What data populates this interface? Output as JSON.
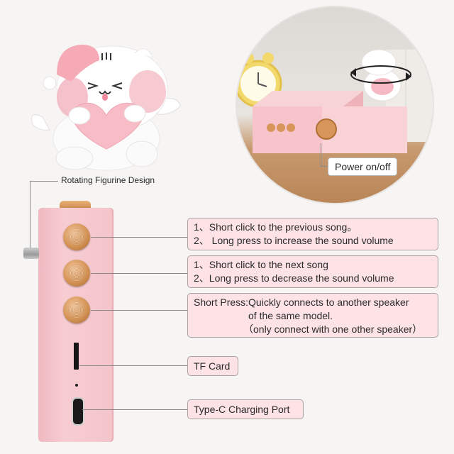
{
  "colors": {
    "background": "#f6f5f4",
    "device_pink": "#f6c9ce",
    "label_fill": "#fde2e6",
    "button_gold": "#d59457"
  },
  "figurine": {
    "icon": "cat-figurine-holding-heart-illustration"
  },
  "photo": {
    "icon": "speaker-on-table-with-clock-photo",
    "power_label": "Power on/off"
  },
  "rotating_label": "Rotating Figurine Design",
  "callouts": {
    "button1": {
      "line1": "1、Short click to the previous song。",
      "line2": "2、 Long press to increase the sound volume"
    },
    "button2": {
      "line1": "1、Short click to the next song",
      "line2": "2、Long press to decrease the sound volume"
    },
    "button3": {
      "line1": "Short Press:Quickly connects to another speaker",
      "line2": "of the same model.",
      "line3": "（only connect with one other speaker）"
    },
    "tf_card": "TF Card",
    "type_c": "Type-C Charging Port"
  }
}
